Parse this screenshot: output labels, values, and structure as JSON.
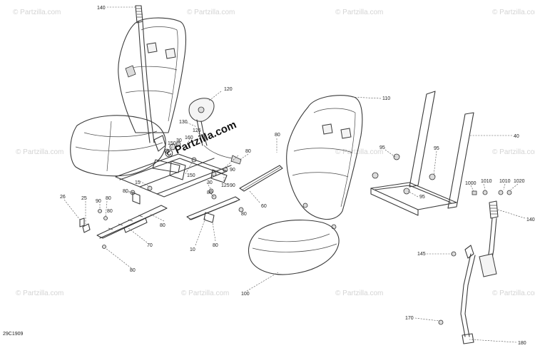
{
  "watermark": {
    "text": "© Partzilla.com",
    "center_text": "© Partzilla.com"
  },
  "drawing_id": "29C1909",
  "callouts": {
    "c140a": "140",
    "c120": "120",
    "c110": "110",
    "c130": "130",
    "c126": "126",
    "c160": "160",
    "c30a": "30",
    "c150a": "150",
    "c80a": "80",
    "c80b": "80",
    "c95a": "95",
    "c95b": "95",
    "c95c": "95",
    "c40": "40",
    "c15": "15",
    "c150b": "150",
    "c125": "125",
    "c90a": "90",
    "c80c": "80",
    "c30b": "30",
    "c90b": "90",
    "c80d": "80",
    "c60": "60",
    "c1000": "1000",
    "c1010a": "1010",
    "c1010b": "1010",
    "c1020": "1020",
    "c26": "26",
    "c25": "25",
    "c80e": "80",
    "c90c": "90",
    "c80f": "80",
    "c80g": "80",
    "c80h": "80",
    "c70": "70",
    "c10": "10",
    "c80i": "80",
    "c140b": "140",
    "c145": "145",
    "c80j": "80",
    "c100": "100",
    "c170": "170",
    "c180": "180"
  }
}
